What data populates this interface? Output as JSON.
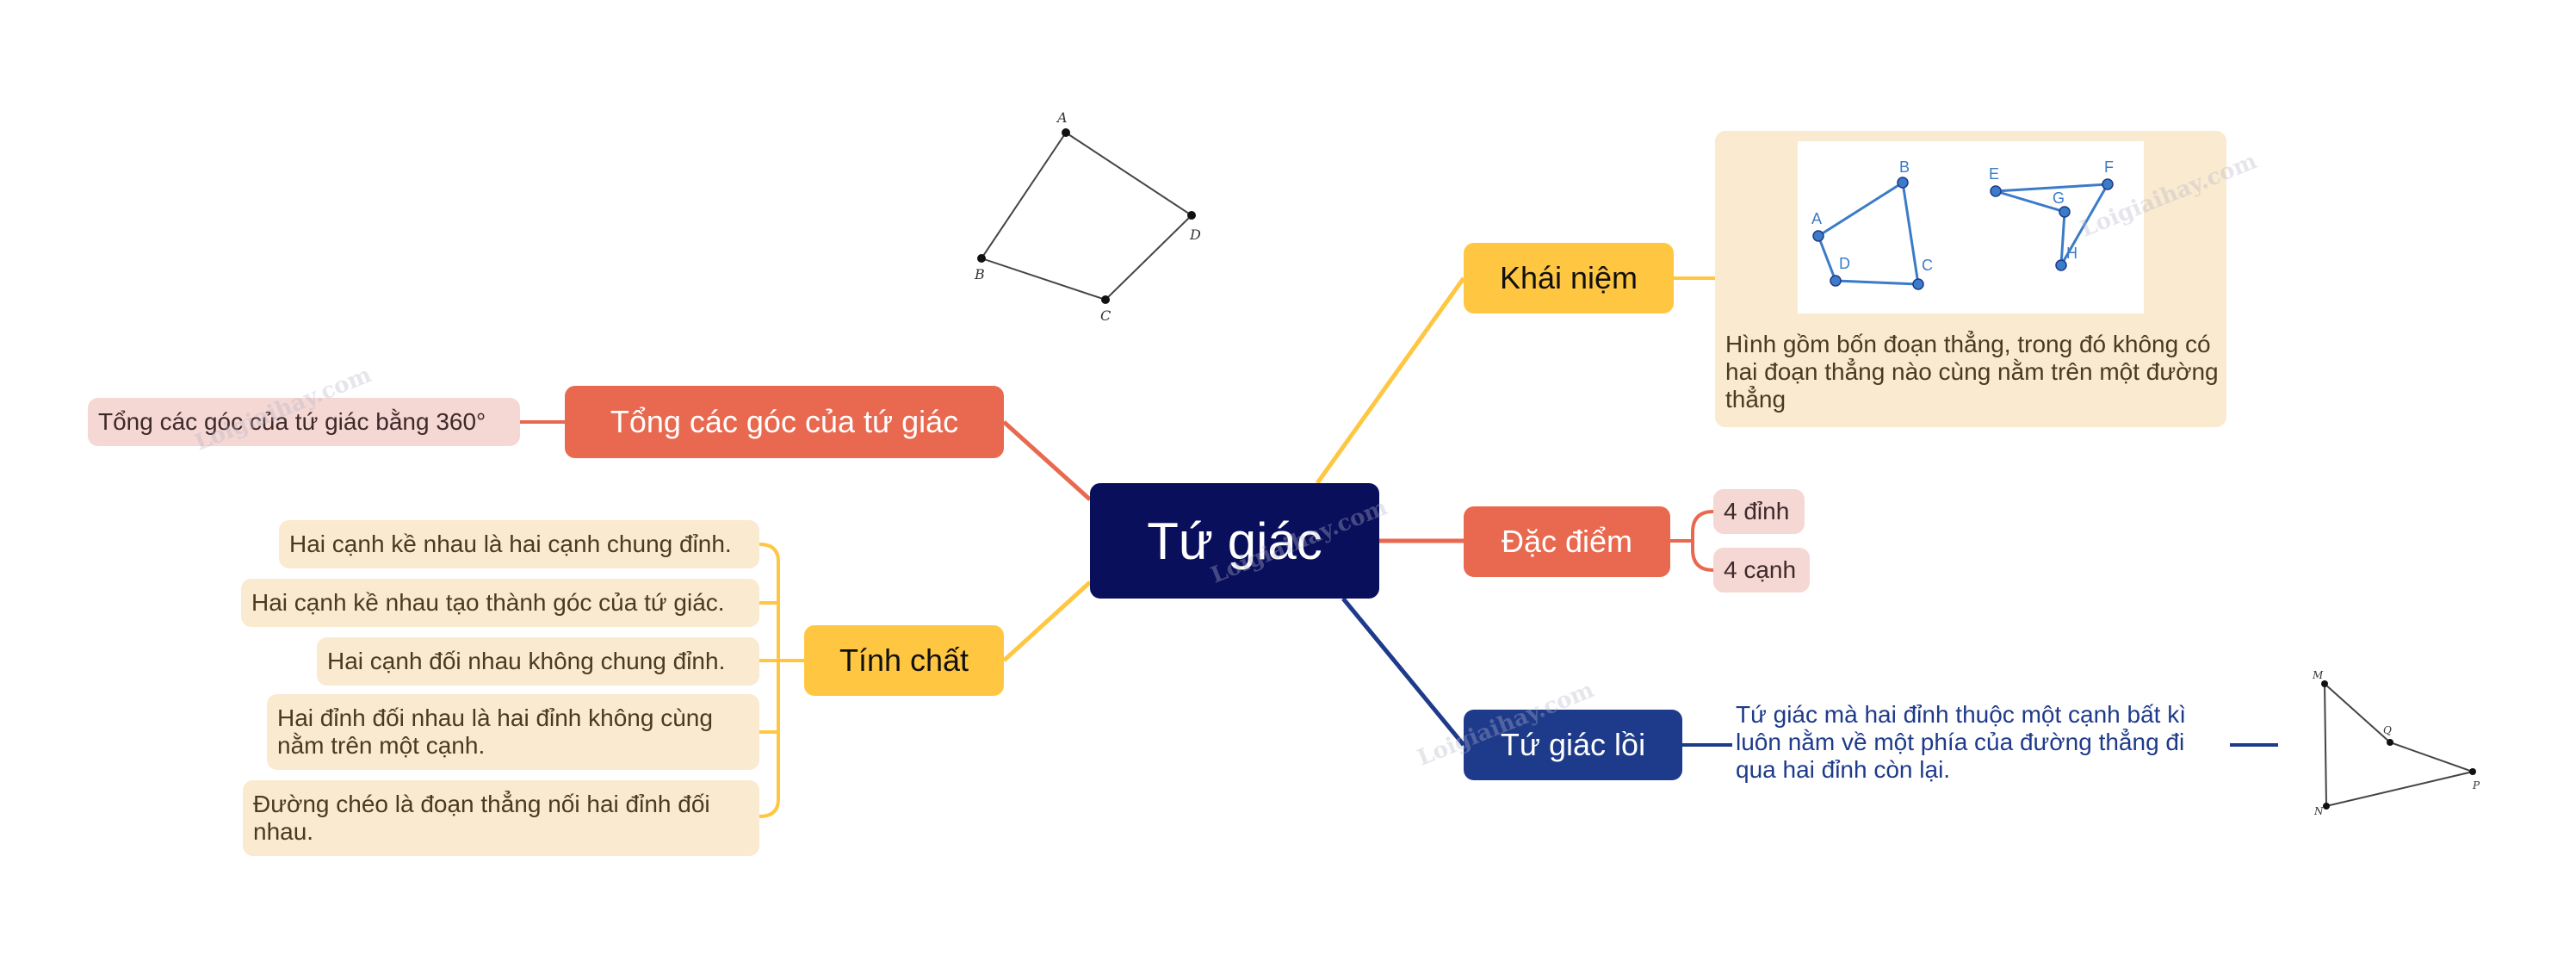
{
  "central": {
    "label": "Tứ giác"
  },
  "right_branches": {
    "khai_niem": {
      "label": "Khái niệm",
      "definition": "Hình gồm bốn đoạn thẳng, trong đó không có hai đoạn thẳng nào cùng nằm trên một đường thẳng",
      "figure_points": [
        "A",
        "B",
        "C",
        "D",
        "E",
        "F",
        "G",
        "H"
      ]
    },
    "dac_diem": {
      "label": "Đặc điểm",
      "items": [
        "4 đỉnh",
        "4 cạnh"
      ]
    },
    "tu_giac_loi": {
      "label": "Tứ giác lồi",
      "definition": "Tứ giác mà hai đỉnh thuộc một cạnh bất kì luôn nằm về một phía của đường thẳng đi qua hai đỉnh còn lại.",
      "figure_points": [
        "M",
        "Q",
        "P",
        "N"
      ]
    }
  },
  "left_branches": {
    "tong_goc": {
      "label": "Tổng các góc của tứ giác",
      "items": [
        "Tổng các góc của tứ giác bằng 360°"
      ]
    },
    "tinh_chat": {
      "label": "Tính chất",
      "items": [
        "Hai cạnh kề nhau là hai cạnh chung đỉnh.",
        "Hai cạnh kề nhau tạo thành góc của tứ giác.",
        "Hai cạnh đối nhau không chung đỉnh.",
        "Hai đỉnh đối nhau là hai đỉnh không cùng nằm trên một cạnh.",
        "Đường chéo là đoạn thẳng nối hai đỉnh đối nhau."
      ]
    }
  },
  "top_figure": {
    "points": [
      "A",
      "B",
      "C",
      "D"
    ]
  },
  "watermark": "Loigiaihay.com",
  "colors": {
    "central": "#0a0f5c",
    "yellow": "#ffc741",
    "coral": "#e8694f",
    "navy": "#1e3a8a",
    "leaf_yellow": "#f9ead0",
    "leaf_pink": "#f5d7d3",
    "figure_blue": "#3b7bc8"
  }
}
